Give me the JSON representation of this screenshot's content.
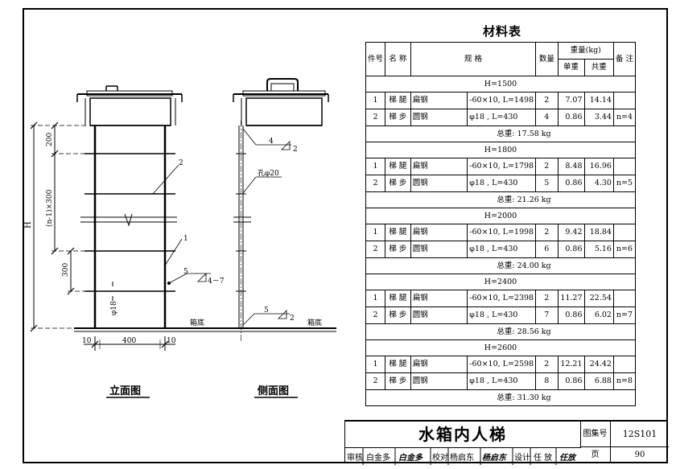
{
  "drawings": {
    "front_title": "立面图",
    "side_title": "侧面图",
    "dims": {
      "d200": "200",
      "d300": "300",
      "dn": "(n-1)×300",
      "dH": "H",
      "d18": "φ18",
      "d10a": "10",
      "d400": "400",
      "d10b": "10"
    },
    "callouts": {
      "c1": "1",
      "c2": "2",
      "c5": "5",
      "c47": "4－7",
      "s4": "4",
      "s2a": "2",
      "hole": "孔φ20",
      "s5": "5",
      "s2b": "2"
    },
    "tank_bottom_front": "箱底",
    "tank_bottom_side": "箱底"
  },
  "material_table": {
    "title": "材料表",
    "headers": {
      "no": "件号",
      "name": "名 称",
      "spec": "规  格",
      "qty": "数量",
      "weight": "重量(kg)",
      "unit": "单重",
      "total": "共重",
      "note": "备 注"
    },
    "groups": [
      {
        "h": "H=1500",
        "rows": [
          {
            "no": "1",
            "name": "梯 腿",
            "mat": "扁钢",
            "spec": "-60×10, L=1498",
            "qty": "2",
            "unit": "7.07",
            "total": "14.14",
            "note": ""
          },
          {
            "no": "2",
            "name": "梯 步",
            "mat": "圆钢",
            "spec": "φ18 , L=430",
            "qty": "4",
            "unit": "0.86",
            "total": "3.44",
            "note": "n=4"
          }
        ],
        "sum": "总重: 17.58 kg"
      },
      {
        "h": "H=1800",
        "rows": [
          {
            "no": "1",
            "name": "梯 腿",
            "mat": "扁钢",
            "spec": "-60×10, L=1798",
            "qty": "2",
            "unit": "8.48",
            "total": "16.96",
            "note": ""
          },
          {
            "no": "2",
            "name": "梯 步",
            "mat": "圆钢",
            "spec": "φ18 , L=430",
            "qty": "5",
            "unit": "0.86",
            "total": "4.30",
            "note": "n=5"
          }
        ],
        "sum": "总重: 21.26 kg"
      },
      {
        "h": "H=2000",
        "rows": [
          {
            "no": "1",
            "name": "梯 腿",
            "mat": "扁钢",
            "spec": "-60×10, L=1998",
            "qty": "2",
            "unit": "9.42",
            "total": "18.84",
            "note": ""
          },
          {
            "no": "2",
            "name": "梯 步",
            "mat": "圆钢",
            "spec": "φ18 , L=430",
            "qty": "6",
            "unit": "0.86",
            "total": "5.16",
            "note": "n=6"
          }
        ],
        "sum": "总重: 24.00 kg"
      },
      {
        "h": "H=2400",
        "rows": [
          {
            "no": "1",
            "name": "梯 腿",
            "mat": "扁钢",
            "spec": "-60×10, L=2398",
            "qty": "2",
            "unit": "11.27",
            "total": "22.54",
            "note": ""
          },
          {
            "no": "2",
            "name": "梯 步",
            "mat": "圆钢",
            "spec": "φ18 , L=430",
            "qty": "7",
            "unit": "0.86",
            "total": "6.02",
            "note": "n=7"
          }
        ],
        "sum": "总重: 28.56 kg"
      },
      {
        "h": "H=2600",
        "rows": [
          {
            "no": "1",
            "name": "梯 腿",
            "mat": "扁钢",
            "spec": "-60×10, L=2598",
            "qty": "2",
            "unit": "12.21",
            "total": "24.42",
            "note": ""
          },
          {
            "no": "2",
            "name": "梯 步",
            "mat": "圆钢",
            "spec": "φ18 , L=430",
            "qty": "8",
            "unit": "0.86",
            "total": "6.88",
            "note": "n=8"
          }
        ],
        "sum": "总重: 31.30 kg"
      }
    ]
  },
  "title_block": {
    "drawing_name": "水箱内人梯",
    "atlas_label": "图集号",
    "atlas_no": "12S101",
    "review_label": "审核",
    "reviewer": "白金多",
    "reviewer_sig": "白金多",
    "check_label": "校对",
    "checker": "杨启东",
    "checker_sig": "杨启东",
    "design_label": "设计",
    "designer": "任 放",
    "designer_sig": "任放",
    "page_label": "页",
    "page_no": "90"
  }
}
